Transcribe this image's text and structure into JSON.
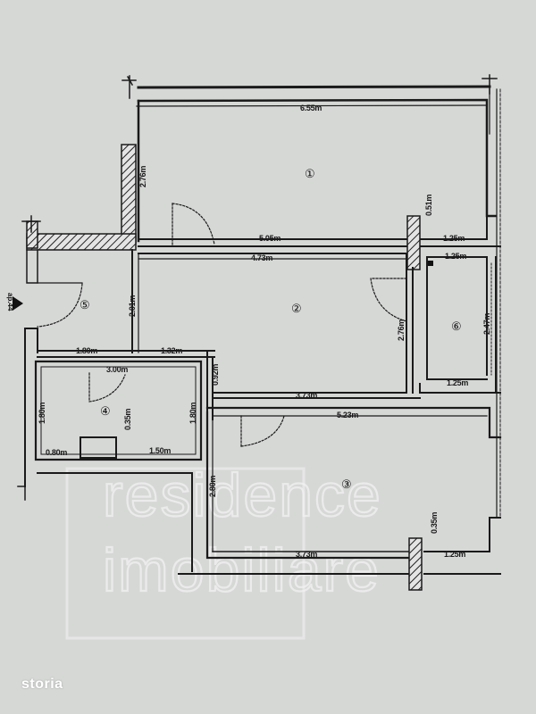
{
  "floor_plan": {
    "entrance_label": "ap.44",
    "rooms": [
      {
        "number": "①",
        "id": 1
      },
      {
        "number": "②",
        "id": 2
      },
      {
        "number": "③",
        "id": 3
      },
      {
        "number": "④",
        "id": 4
      },
      {
        "number": "⑤",
        "id": 5
      },
      {
        "number": "⑥",
        "id": 6
      }
    ],
    "dimensions": {
      "room1_width": "6.55m",
      "room1_height": "2.76m",
      "room1_bottom": "5.05m",
      "room1_niche_depth": "0.51m",
      "room1_niche_width": "1.25m",
      "room2_top": "4.73m",
      "room2_left": "2.01m",
      "room2_right": "2.76m",
      "room2_bottom": "3.73m",
      "room5_bottom": "1.80m",
      "room5_bottom_ext": "1.32m",
      "room4_top": "3.00m",
      "room4_left": "1.80m",
      "room4_right": "1.80m",
      "room4_offset": "0.92m",
      "room4_shaft_depth": "0.35m",
      "room4_bottom_left": "0.80m",
      "room4_bottom_right": "1.50m",
      "room6_top": "1.25m",
      "room6_right": "2.47m",
      "room6_bottom": "1.25m",
      "room3_top": "5.23m",
      "room3_left": "2.80m",
      "room3_bottom": "3.73m",
      "room3_niche_depth": "0.35m",
      "room3_niche_width": "1.25m"
    }
  },
  "watermark": {
    "line1": "residence",
    "line2": "imobiliare"
  },
  "branding": {
    "logo_text": "storia"
  },
  "colors": {
    "background": "#d6d8d6",
    "ink": "#1a1a1a",
    "watermark": "#f2f2f2",
    "logo": "#ffffff"
  }
}
